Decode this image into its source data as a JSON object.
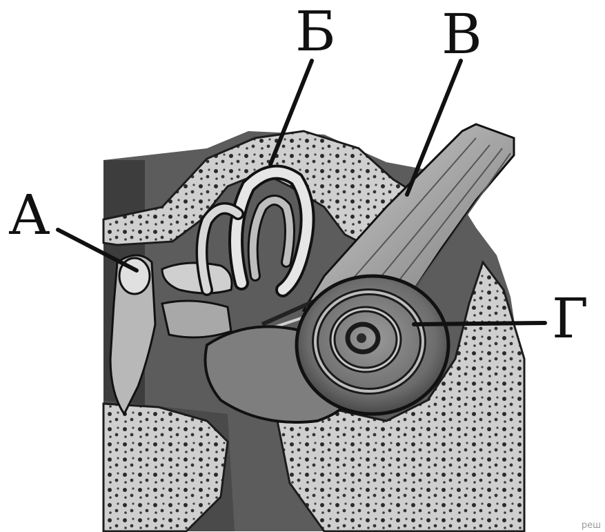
{
  "labels": {
    "a": "А",
    "b": "Б",
    "v": "В",
    "g": "Г"
  },
  "watermark": "реш",
  "colors": {
    "ink": "#111111",
    "bone": "#d4d4d4",
    "tissue": "#6a6a6a",
    "dark": "#232323"
  }
}
